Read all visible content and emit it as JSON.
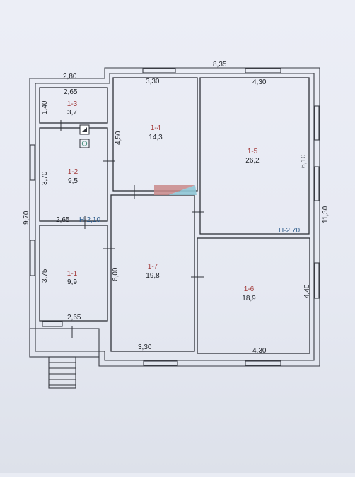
{
  "rooms": [
    {
      "code": "1-1",
      "area": "9,9"
    },
    {
      "code": "1-2",
      "area": "9,5"
    },
    {
      "code": "1-3",
      "area": "3,7"
    },
    {
      "code": "1-4",
      "area": "14,3"
    },
    {
      "code": "1-5",
      "area": "26,2"
    },
    {
      "code": "1-6",
      "area": "18,9"
    },
    {
      "code": "1-7",
      "area": "19,8"
    }
  ],
  "dimensions": {
    "top_left": "2,80",
    "top_overall": "8,35",
    "room_1_3_width": "2,65",
    "room_1_3_height": "1,40",
    "room_1_4_width": "3,30",
    "room_1_4_height": "4,50",
    "room_1_5_width": "4,30",
    "room_1_5_height": "6,10",
    "room_1_2_height": "3,70",
    "room_1_2_width": "2,65",
    "overall_left": "9,70",
    "overall_right": "11,30",
    "room_1_1_height": "3,75",
    "room_1_1_width": "2,65",
    "room_1_7_height": "6,00",
    "room_1_7_width": "3,30",
    "room_1_6_height": "4,40",
    "room_1_6_width": "4,30"
  },
  "levels": {
    "left": "Н-2,10",
    "right": "Н-2,70"
  }
}
